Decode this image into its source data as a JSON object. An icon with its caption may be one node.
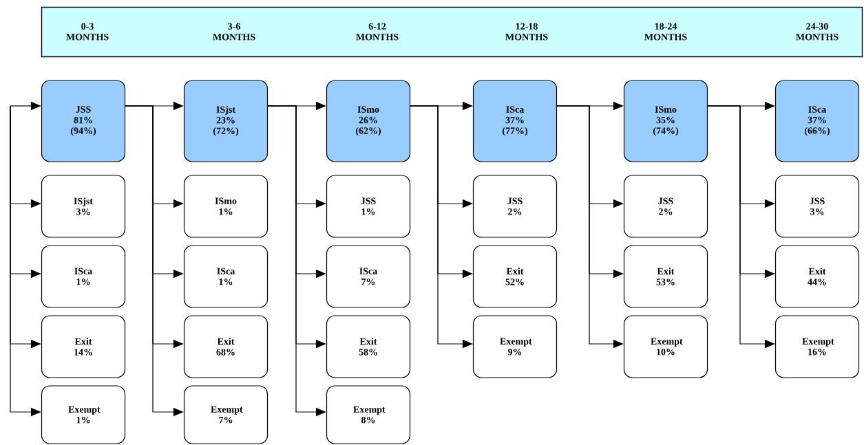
{
  "diagram": {
    "nodes": [
      {
        "text": [
          "0-3 MONTHS",
          "3-6 MONTHS",
          "6-12 MONTHS",
          "12-18 MONTHS",
          "18-24 MONTHS",
          "24-30 MONTHS"
        ]
      },
      {
        "text": [
          "JSS 81% (94%)"
        ]
      },
      {
        "text": [
          "ISjst 3%"
        ]
      },
      {
        "text": [
          "ISca 1%"
        ]
      },
      {
        "text": [
          "Exit 14%"
        ]
      },
      {
        "text": [
          "Exempt 1%"
        ]
      },
      {
        "text": [
          "ISjst 23% (72%)"
        ]
      },
      {
        "text": [
          "ISmo 1%"
        ]
      },
      {
        "text": [
          "ISca 1%"
        ]
      },
      {
        "text": [
          "Exit 68%"
        ]
      },
      {
        "text": [
          "Exempt 7%"
        ]
      },
      {
        "text": [
          "ISmo 26% (62%)"
        ]
      },
      {
        "text": [
          "JSS 1%"
        ]
      },
      {
        "text": [
          "ISca 7%"
        ]
      },
      {
        "text": [
          "Exit 58%"
        ]
      },
      {
        "text": [
          "Exempt 8%"
        ]
      },
      {
        "text": [
          "ISca 37% (77%)"
        ]
      },
      {
        "text": [
          "JSS 2%"
        ]
      },
      {
        "text": [
          "Exit 52%"
        ]
      },
      {
        "text": [
          "Exempt 9%"
        ]
      },
      {
        "text": [
          "ISmo 35% (74%)"
        ]
      },
      {
        "text": [
          "JSS 2%"
        ]
      },
      {
        "text": [
          "Exit 53%"
        ]
      },
      {
        "text": [
          "Exempt 10%"
        ]
      },
      {
        "text": [
          "ISca 37% (66%)"
        ]
      },
      {
        "text": [
          "JSS 3%"
        ]
      },
      {
        "text": [
          "Exit 44%"
        ]
      },
      {
        "text": [
          "Exempt 16%"
        ]
      }
    ],
    "edges": [
      {
        "from": null,
        "to": 1,
        "arrow": "to"
      },
      {
        "from": null,
        "to": 2,
        "arrow": "to"
      },
      {
        "from": null,
        "to": 3,
        "arrow": "to"
      },
      {
        "from": null,
        "to": 4,
        "arrow": "to"
      },
      {
        "from": null,
        "to": 5,
        "arrow": "to"
      },
      {
        "from": 1,
        "to": 6,
        "arrow": "to"
      },
      {
        "from": 1,
        "to": 7,
        "arrow": "to"
      },
      {
        "from": 1,
        "to": 8,
        "arrow": "to"
      },
      {
        "from": 1,
        "to": 9,
        "arrow": "to"
      },
      {
        "from": 1,
        "to": 10,
        "arrow": "to"
      },
      {
        "from": 6,
        "to": 11,
        "arrow": "to"
      },
      {
        "from": 6,
        "to": 12,
        "arrow": "to"
      },
      {
        "from": 6,
        "to": 13,
        "arrow": "to"
      },
      {
        "from": 6,
        "to": 14,
        "arrow": "to"
      },
      {
        "from": 6,
        "to": 15,
        "arrow": "to"
      },
      {
        "from": 11,
        "to": 16,
        "arrow": "to"
      },
      {
        "from": 11,
        "to": 17,
        "arrow": "to"
      },
      {
        "from": 11,
        "to": 18,
        "arrow": "to"
      },
      {
        "from": 11,
        "to": 19,
        "arrow": "to"
      },
      {
        "from": 16,
        "to": 20,
        "arrow": "to"
      },
      {
        "from": 16,
        "to": 21,
        "arrow": "to"
      },
      {
        "from": 16,
        "to": 22,
        "arrow": "to"
      },
      {
        "from": 16,
        "to": 23,
        "arrow": "to"
      },
      {
        "from": 20,
        "to": 24,
        "arrow": "to"
      },
      {
        "from": 20,
        "to": 25,
        "arrow": "to"
      },
      {
        "from": 20,
        "to": 26,
        "arrow": "to"
      },
      {
        "from": 20,
        "to": 27,
        "arrow": "to"
      }
    ]
  }
}
